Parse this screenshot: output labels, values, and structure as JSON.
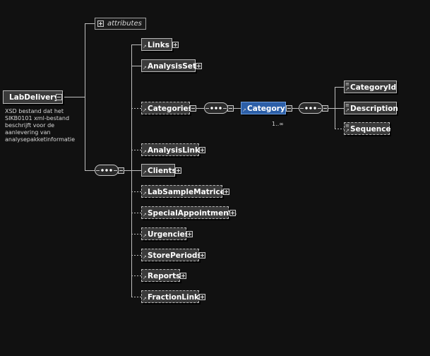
{
  "root": {
    "label": "LabDelivery",
    "description": "XSD bestand dat het\nSIKB0101 xml-bestand\nbeschrijft voor de\naanlevering van\nanalysepakketinformatie"
  },
  "attributes_label": "attributes",
  "sequence_children": [
    {
      "label": "Links",
      "optional": false,
      "reference": true
    },
    {
      "label": "AnalysisSets",
      "optional": false,
      "reference": true
    },
    {
      "label": "Categories",
      "optional": true,
      "reference": true
    },
    {
      "label": "AnalysisLinks",
      "optional": true,
      "reference": true
    },
    {
      "label": "Clients",
      "optional": false,
      "reference": true
    },
    {
      "label": "LabSampleMatrices",
      "optional": true,
      "reference": true
    },
    {
      "label": "SpecialAppointments",
      "optional": true,
      "reference": true
    },
    {
      "label": "Urgencies",
      "optional": true,
      "reference": true
    },
    {
      "label": "StorePeriods",
      "optional": true,
      "reference": true
    },
    {
      "label": "Reports",
      "optional": true,
      "reference": true
    },
    {
      "label": "FractionLinks",
      "optional": true,
      "reference": true
    }
  ],
  "category": {
    "label": "Category",
    "multiplicity": "1..∞"
  },
  "category_children": [
    {
      "label": "CategoryId",
      "optional": false
    },
    {
      "label": "Description",
      "optional": false
    },
    {
      "label": "Sequence",
      "optional": true
    }
  ],
  "colors": {
    "background": "#111111",
    "node": "#3a3a3a",
    "selected": "#2c5fa8",
    "line": "#bfbfbf"
  }
}
